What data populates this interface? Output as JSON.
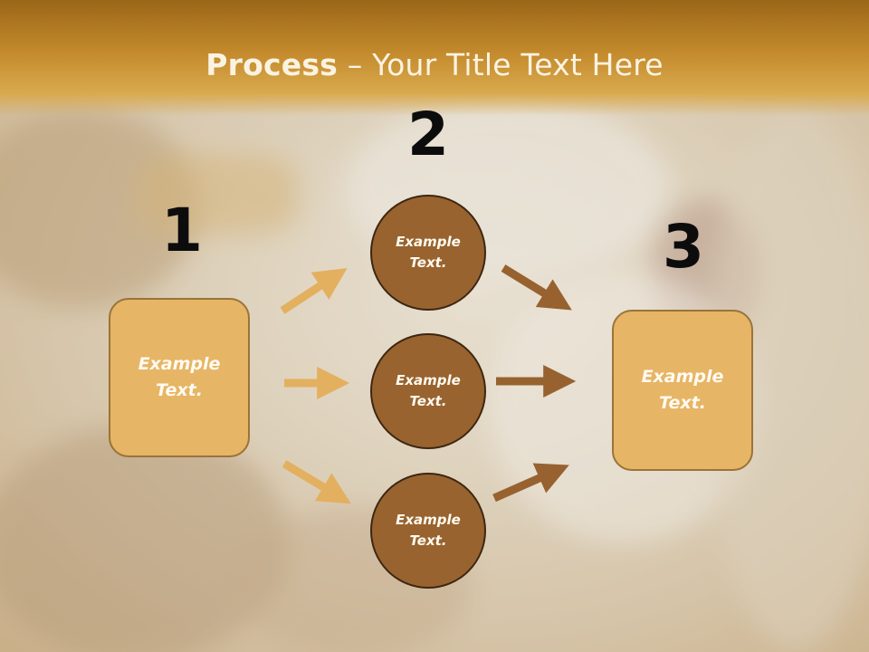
{
  "slide": {
    "title_bold": "Process",
    "title_rest": " – Your Title Text Here",
    "steps": [
      "1",
      "2",
      "3"
    ],
    "box_left_text": "Example\nText.",
    "box_right_text": "Example\nText.",
    "circle_texts": [
      "Example\nText.",
      "Example\nText.",
      "Example\nText."
    ]
  },
  "colors": {
    "header": "#c38a2c",
    "box_fill": "#e6b566",
    "circle_fill": "#98632f",
    "arrow_light": "#e3b060",
    "arrow_dark": "#97622f"
  }
}
